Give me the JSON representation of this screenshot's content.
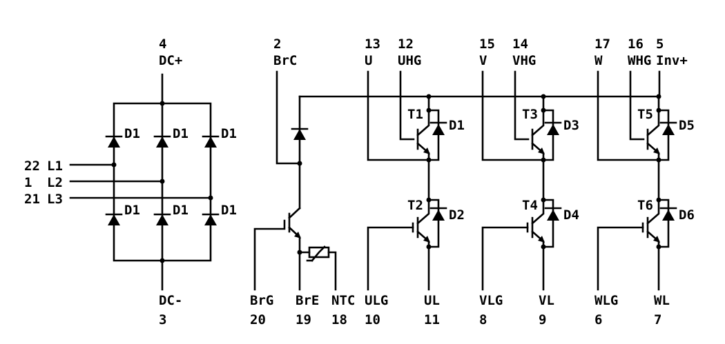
{
  "colors": {
    "ink": "#000000",
    "background": "#ffffff"
  },
  "rectifier": {
    "dc_plus": {
      "pin": "4",
      "name": "DC+"
    },
    "dc_minus": {
      "pin": "3",
      "name": "DC-"
    },
    "inputs": [
      {
        "pin": "22",
        "name": "L1"
      },
      {
        "pin": "1",
        "name": "L2"
      },
      {
        "pin": "21",
        "name": "L3"
      }
    ],
    "diode_label": "D1"
  },
  "brake": {
    "brc": {
      "pin": "2",
      "name": "BrC"
    },
    "brg": {
      "pin": "20",
      "name": "BrG"
    },
    "bre": {
      "pin": "19",
      "name": "BrE"
    },
    "ntc": {
      "pin": "18",
      "name": "NTC"
    }
  },
  "inverter": {
    "inv_plus": {
      "pin": "5",
      "name": "Inv+"
    },
    "legs": [
      {
        "out_pin": "13",
        "out": "U",
        "hg_pin": "12",
        "hg": "UHG",
        "lg_name": "ULG",
        "lg_pin": "10",
        "l_name": "UL",
        "l_pin": "11",
        "t_high": "T1",
        "d_high": "D1",
        "t_low": "T2",
        "d_low": "D2"
      },
      {
        "out_pin": "15",
        "out": "V",
        "hg_pin": "14",
        "hg": "VHG",
        "lg_name": "VLG",
        "lg_pin": "8",
        "l_name": "VL",
        "l_pin": "9",
        "t_high": "T3",
        "d_high": "D3",
        "t_low": "T4",
        "d_low": "D4"
      },
      {
        "out_pin": "17",
        "out": "W",
        "hg_pin": "16",
        "hg": "WHG",
        "lg_name": "WLG",
        "lg_pin": "6",
        "l_name": "WL",
        "l_pin": "7",
        "t_high": "T5",
        "d_high": "D5",
        "t_low": "T6",
        "d_low": "D6"
      }
    ]
  }
}
